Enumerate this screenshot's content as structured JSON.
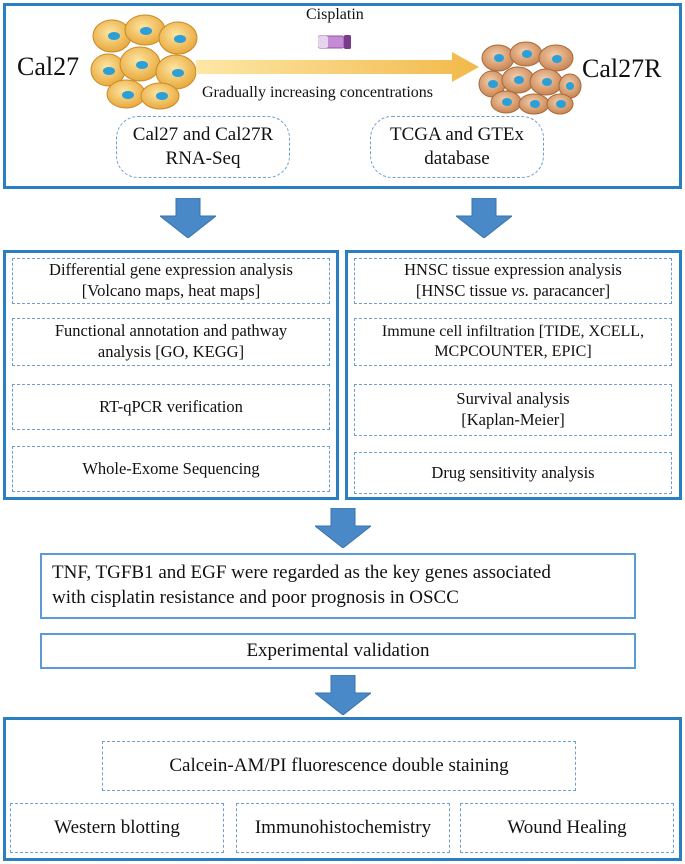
{
  "top": {
    "left_cell": "Cal27",
    "right_cell": "Cal27R",
    "drug": "Cisplatin",
    "process": "Gradually increasing concentrations",
    "box_left": [
      "Cal27 and Cal27R",
      "RNA-Seq"
    ],
    "box_right": [
      "TCGA and GTEx",
      "database"
    ]
  },
  "left_panel": [
    [
      "Differential gene expression analysis",
      "[Volcano maps, heat maps]"
    ],
    [
      "Functional annotation and pathway",
      "analysis [GO, KEGG]"
    ],
    [
      "RT-qPCR verification"
    ],
    [
      "Whole-Exome  Sequencing"
    ]
  ],
  "right_panel": [
    [
      "HNSC tissue expression analysis",
      "[HNSC tissue vs. paracancer]"
    ],
    [
      "Immune cell infiltration  [TIDE, XCELL,",
      "MCPCOUNTER, EPIC]"
    ],
    [
      "Survival analysis",
      "[Kaplan-Meier]"
    ],
    [
      "Drug sensitivity analysis"
    ]
  ],
  "key_genes": [
    "TNF, TGFB1 and EGF were regarded as the key genes associated",
    "with cisplatin resistance and poor prognosis in OSCC"
  ],
  "validation": "Experimental validation",
  "bottom": {
    "staining": "Calcein-AM/PI fluorescence double staining",
    "methods": [
      "Western blotting",
      "Immunohistochemistry",
      "Wound Healing"
    ]
  },
  "colors": {
    "frame": "#2a7fc1",
    "arrow": "#4a89c8",
    "cell": "#f3c56d",
    "nucleus": "#2b9fd8",
    "resistant_cell": "#d9a27a"
  }
}
